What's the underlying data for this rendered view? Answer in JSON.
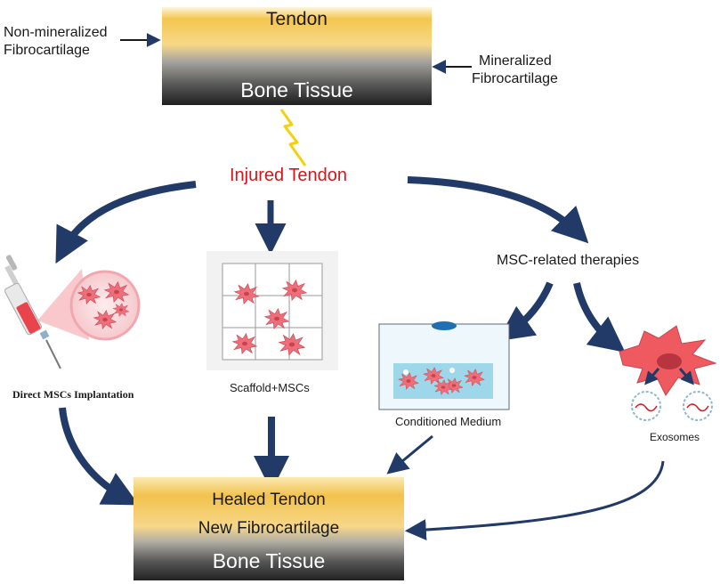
{
  "top_block": {
    "tendon": "Tendon",
    "bone": "Bone Tissue"
  },
  "annotations": {
    "non_mineralized": [
      "Non-mineralized",
      "Fibrocartilage"
    ],
    "mineralized": [
      "Mineralized",
      "Fibrocartilage"
    ]
  },
  "injury": "Injured Tendon",
  "therapies": {
    "direct": "Direct MSCs Implantation",
    "scaffold": "Scaffold+MSCs",
    "msc_related": "MSC-related therapies",
    "conditioned": "Conditioned Medium",
    "exosomes": "Exosomes"
  },
  "bottom_block": {
    "healed": "Healed Tendon",
    "fibro": "New Fibrocartilage",
    "bone": "Bone Tissue"
  },
  "colors": {
    "arrow": "#213a68",
    "injury_text": "#d8141b",
    "lightning": "#f5d10c",
    "cell": "#ee6f7a",
    "tendon_gold": "#f3c552",
    "bone_dark": "#2a2a2a"
  }
}
